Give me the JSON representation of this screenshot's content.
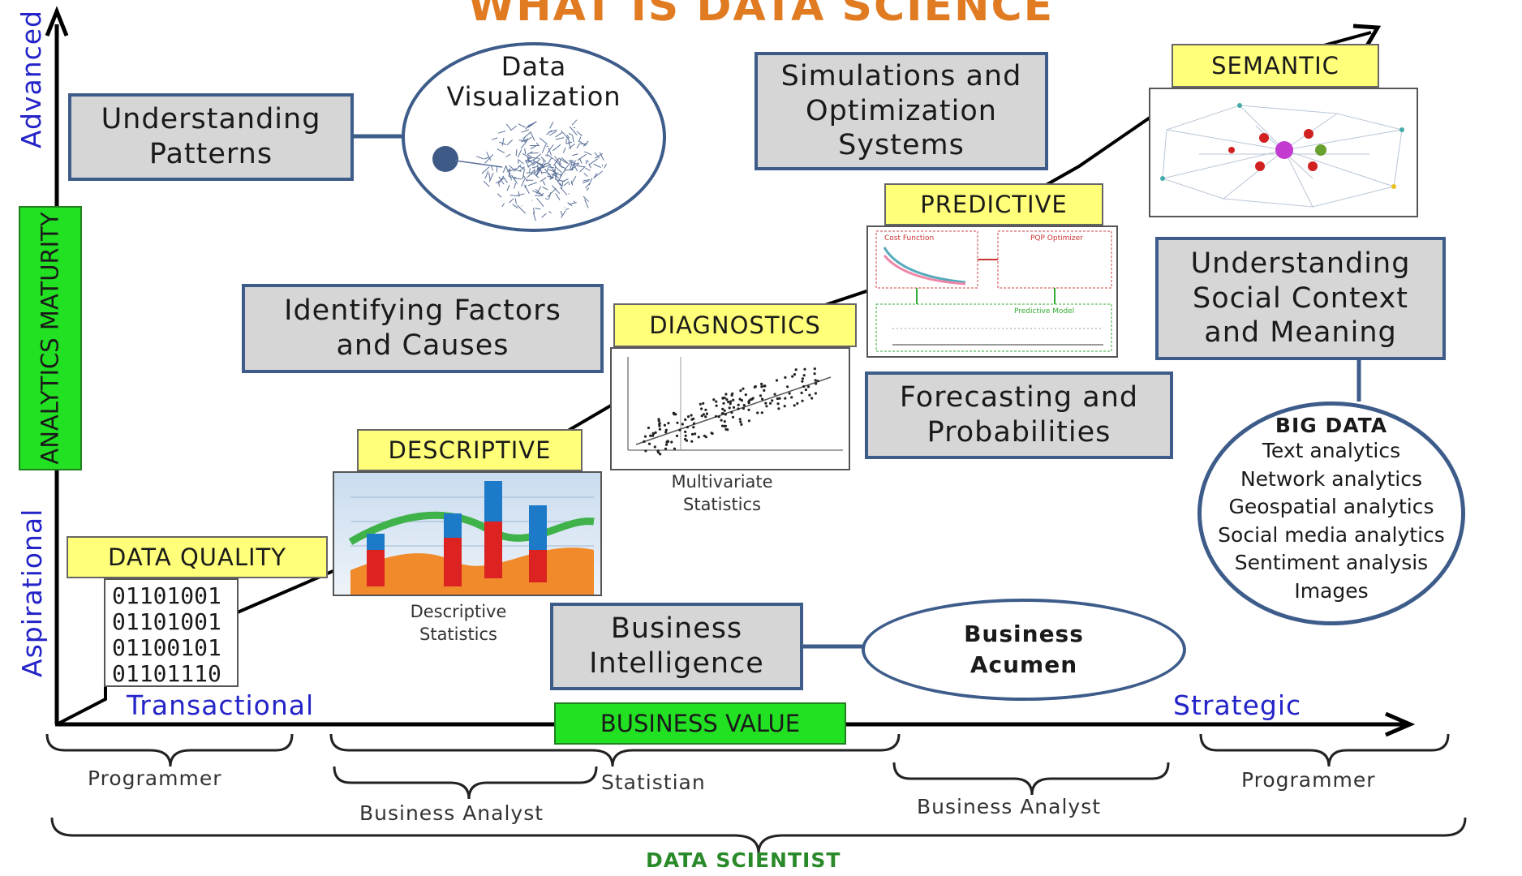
{
  "title": "WHAT IS DATA SCIENCE",
  "y_axis": {
    "label": "ANALYTICS MATURITY",
    "top": "Advanced",
    "bottom": "Aspirational"
  },
  "x_axis": {
    "label": "BUSINESS VALUE",
    "left": "Transactional",
    "right": "Strategic"
  },
  "stages": {
    "data_quality": "DATA QUALITY",
    "descriptive": "DESCRIPTIVE",
    "diagnostics": "DIAGNOSTICS",
    "predictive": "PREDICTIVE",
    "semantic": "SEMANTIC"
  },
  "binary_lines": [
    "01101001",
    "01101001",
    "01100101",
    "01101110"
  ],
  "captions": {
    "descriptive": "Descriptive\nStatistics",
    "diagnostics": "Multivariate\nStatistics"
  },
  "boxes": {
    "understanding_patterns": "Understanding\nPatterns",
    "data_visualization": "Data\nVisualization",
    "simulations": "Simulations and\nOptimization\nSystems",
    "identifying_factors": "Identifying Factors\nand Causes",
    "forecasting": "Forecasting and\nProbabilities",
    "social_context": "Understanding\nSocial Context\nand Meaning",
    "business_intelligence": "Business\nIntelligence",
    "business_acumen": "Business\nAcumen"
  },
  "big_data": {
    "title": "BIG DATA",
    "items": [
      "Text analytics",
      "Network analytics",
      "Geospatial analytics",
      "Social media analytics",
      "Sentiment analysis",
      "Images"
    ]
  },
  "predictive_panel": {
    "cost_function": "Cost Function",
    "optimizer": "PQP Optimizer",
    "model": "Predictive Model"
  },
  "roles": {
    "programmer_left": "Programmer",
    "business_analyst_left": "Business Analyst",
    "statistian": "Statistian",
    "business_analyst_right": "Business Analyst",
    "programmer_right": "Programmer",
    "data_scientist": "DATA SCIENTIST"
  },
  "colors": {
    "title": "#e07b22",
    "axis_text": "#2424c8",
    "box_border": "#3d5c8a",
    "stage_fill": "#ffff7a",
    "green": "#22e022",
    "data_scientist": "#2a8a2a"
  }
}
